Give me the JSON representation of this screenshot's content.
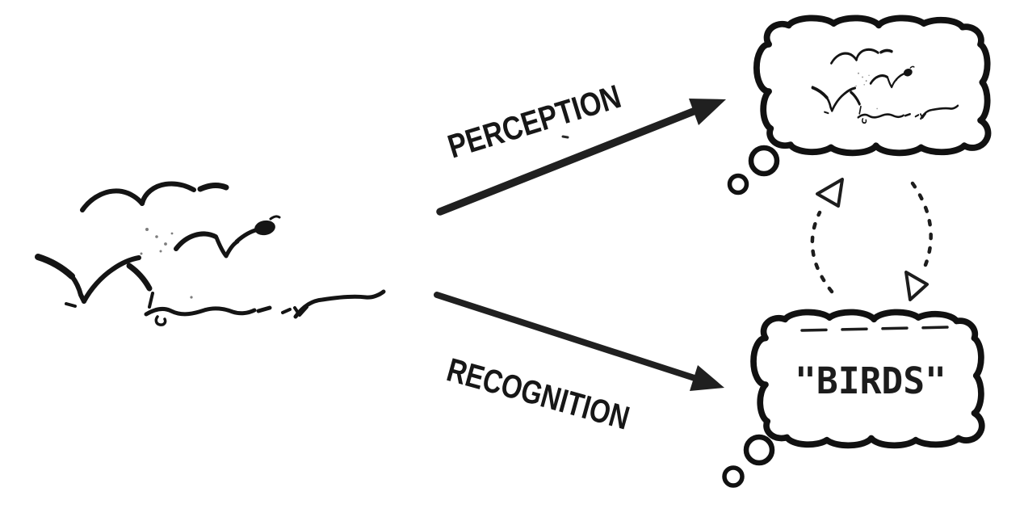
{
  "diagram": {
    "background_color": "#ffffff",
    "ink_color": "#1a1a1a",
    "stimulus": {
      "icon": "flock-of-birds-sketch"
    },
    "processes": [
      {
        "label": "PERCEPTION",
        "arrow_direction": "up-right"
      },
      {
        "label": "RECOGNITION",
        "arrow_direction": "down-right"
      }
    ],
    "thought_bubbles": [
      {
        "type": "mental-image",
        "content_icon": "flock-of-birds-sketch-miniature"
      },
      {
        "type": "verbal-label",
        "text": "\"BIRDS\""
      }
    ],
    "cycle": {
      "style": "dashed",
      "arrowheads": [
        "up-left-hollow-triangle",
        "down-right-hollow-triangle"
      ]
    }
  }
}
